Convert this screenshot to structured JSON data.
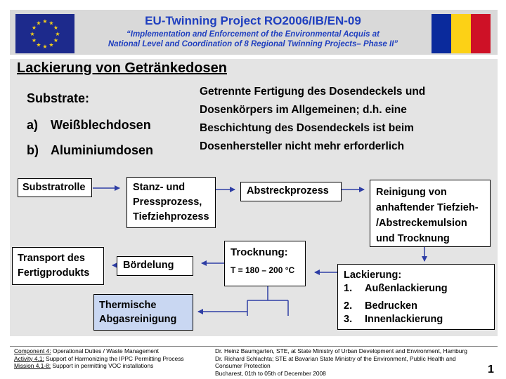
{
  "header": {
    "title": "EU-Twinning Project RO2006/IB/EN-09",
    "subtitle_line1": "“Implementation and Enforcement of the Environmental Acquis at",
    "subtitle_line2": "National Level and Coordination of 8 Regional Twinning Projects– Phase II”",
    "colors": {
      "eu_blue": "#1d2a8c",
      "eu_star": "#f7d117",
      "ro_blue": "#0a2a9c",
      "ro_yellow": "#fcd116",
      "ro_red": "#ce1126"
    }
  },
  "slide": {
    "title": "Lackierung von Getränkedosen",
    "substrate_heading": "Substrate:",
    "substrate_items": [
      {
        "marker": "a)",
        "text": "Weißblechdosen"
      },
      {
        "marker": "b)",
        "text": "Aluminiumdosen"
      }
    ],
    "paragraph_lines": [
      "Getrennte Fertigung des Dosendeckels und",
      "Dosenkörpers im Allgemeinen; d.h. eine",
      "Beschichtung des Dosendeckels ist beim",
      "Dosenhersteller nicht mehr erforderlich"
    ]
  },
  "flow": {
    "substratrolle": "Substratrolle",
    "stanz": [
      "Stanz- und",
      "Pressprozess,",
      "Tiefziehprozess"
    ],
    "abstreck": "Abstreckprozess",
    "reinigung": [
      "Reinigung von",
      "anhaftender Tiefzieh-",
      "/Abstreckemulsion",
      "und Trocknung"
    ],
    "lackierung_title": "Lackierung:",
    "lackierung_items": [
      {
        "n": "1.",
        "text": "Außenlackierung"
      },
      {
        "n": "2.",
        "text": "Bedrucken"
      },
      {
        "n": "3.",
        "text": "Innenlackierung"
      }
    ],
    "trocknung_title": "Trocknung:",
    "trocknung_temp": "T = 180 – 200 °C",
    "boerdelung": "Bördelung",
    "transport": [
      "Transport des",
      "Fertigprodukts"
    ],
    "thermische": [
      "Thermische",
      "Abgasreinigung"
    ]
  },
  "footer": {
    "left": [
      {
        "label": "Component 4:",
        "text": " Operational Duties  / Waste Management"
      },
      {
        "label": "Activity 4.1:",
        "text": " Support  of  Harmonizing the IPPC Permitting Process"
      },
      {
        "label": "Mission 4.1-8:",
        "text": " Support in permitting VOC installations"
      }
    ],
    "right": [
      "Dr. Heinz Baumgarten, STE, at State Ministry of Urban Development and Environment, Hamburg",
      "Dr. Richard Schlachta; STE at Bavarian State Ministry of the Environment, Public Health and",
      "Consumer Protection",
      "Bucharest,  01th to 05th of December 2008"
    ],
    "page_number": "1"
  }
}
